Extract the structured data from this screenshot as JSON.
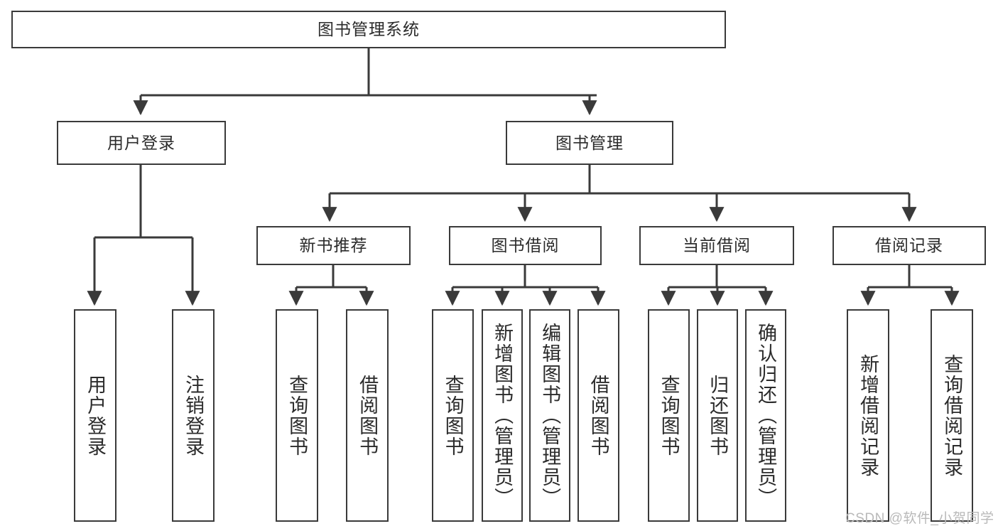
{
  "diagram": {
    "title": "图书管理系统",
    "type": "tree-hierarchy",
    "watermark": "CSDN @软件_小贺同学",
    "colors": {
      "box_border": "#3a3a3a",
      "box_fill": "#ffffff",
      "edge": "#3a3a3a",
      "text": "#2b2b2b",
      "watermark": "#b9b9b9",
      "background": "#ffffff"
    },
    "nodes": {
      "root": {
        "label": "图书管理系统"
      },
      "branches": [
        {
          "id": "user-login",
          "label": "用户登录"
        },
        {
          "id": "book-manage",
          "label": "图书管理"
        }
      ],
      "categories": [
        {
          "id": "new-book-recommend",
          "label": "新书推荐"
        },
        {
          "id": "book-borrow",
          "label": "图书借阅"
        },
        {
          "id": "current-borrow",
          "label": "当前借阅"
        },
        {
          "id": "borrow-record",
          "label": "借阅记录"
        }
      ],
      "leaves": [
        {
          "id": "leaf-user-login",
          "label": "用户登录"
        },
        {
          "id": "leaf-logout-login",
          "label": "注销登录"
        },
        {
          "id": "leaf-query-book-1",
          "label": "查询图书"
        },
        {
          "id": "leaf-borrow-book-1",
          "label": "借阅图书"
        },
        {
          "id": "leaf-query-book-2",
          "label": "查询图书"
        },
        {
          "id": "leaf-add-book-admin",
          "label": "新增图书（管理员）"
        },
        {
          "id": "leaf-edit-book-admin",
          "label": "编辑图书（管理员）"
        },
        {
          "id": "leaf-borrow-book-2",
          "label": "借阅图书"
        },
        {
          "id": "leaf-query-book-3",
          "label": "查询图书"
        },
        {
          "id": "leaf-return-book",
          "label": "归还图书"
        },
        {
          "id": "leaf-confirm-return-admin",
          "label": "确认归还（管理员）"
        },
        {
          "id": "leaf-add-borrow-record",
          "label": "新增借阅记录"
        },
        {
          "id": "leaf-query-borrow-record",
          "label": "查询借阅记录"
        }
      ]
    }
  }
}
